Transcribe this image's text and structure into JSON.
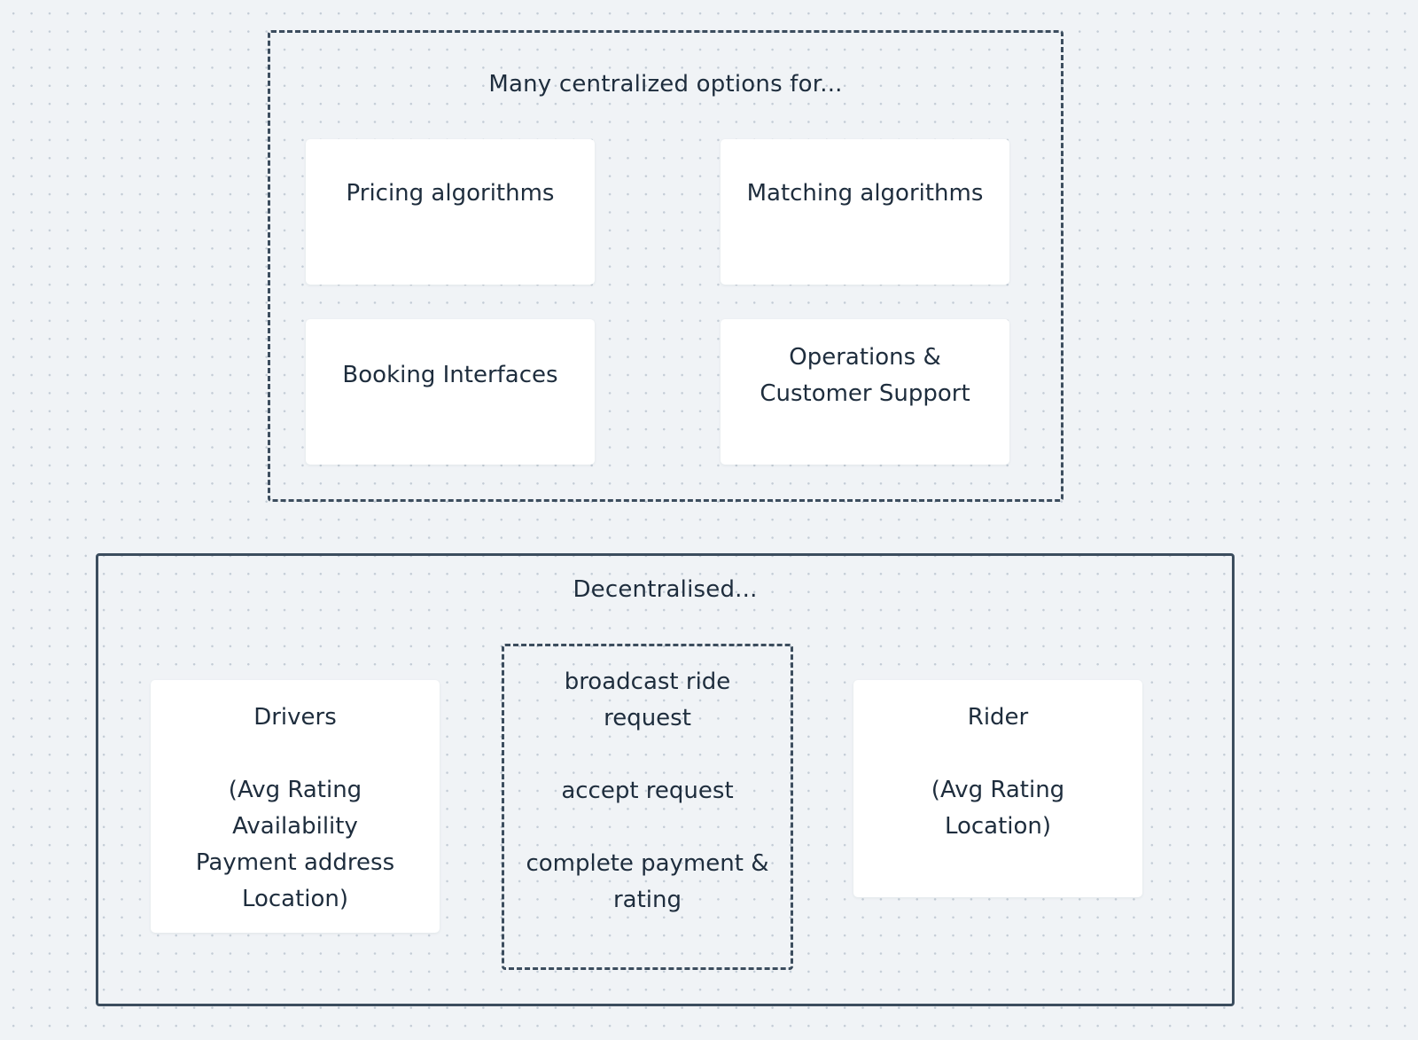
{
  "centralized": {
    "label": "Many centralized options for...",
    "cards": [
      {
        "lines": [
          "Pricing algorithms"
        ]
      },
      {
        "lines": [
          "Matching algorithms"
        ]
      },
      {
        "lines": [
          "Booking Interfaces"
        ]
      },
      {
        "lines": [
          "Operations &",
          "Customer Support"
        ]
      }
    ]
  },
  "decentralised": {
    "label": "Decentralised...",
    "drivers": {
      "title": "Drivers",
      "details": [
        "(Avg Rating",
        "Availability",
        "Payment address",
        "Location)"
      ]
    },
    "flow": {
      "steps": [
        [
          "broadcast ride",
          "request"
        ],
        [
          "accept request"
        ],
        [
          "complete payment &",
          "rating"
        ]
      ]
    },
    "rider": {
      "title": "Rider",
      "details": [
        "(Avg Rating",
        "Location)"
      ]
    }
  }
}
